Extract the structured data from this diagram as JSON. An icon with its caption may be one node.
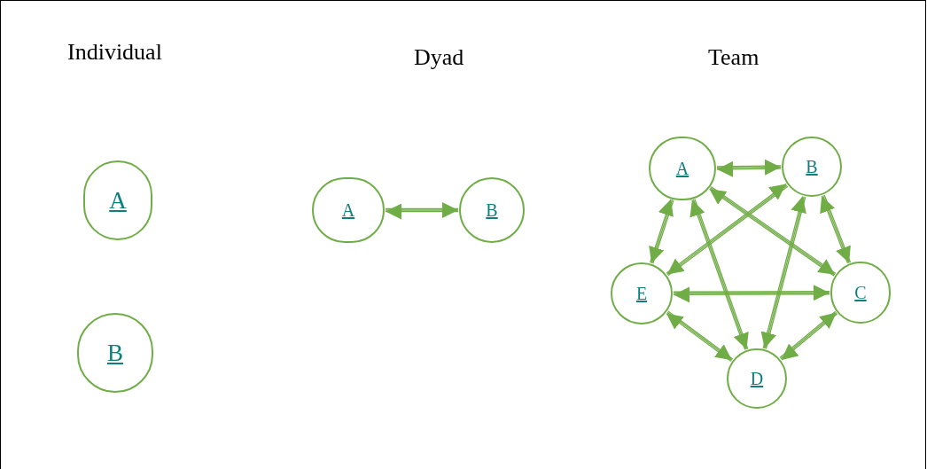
{
  "diagram": {
    "nodes": [
      {
        "text": [
          "A"
        ]
      },
      {
        "text": [
          "B"
        ]
      },
      {
        "text": [
          "A"
        ]
      },
      {
        "text": [
          "B"
        ]
      },
      {
        "text": [
          "A"
        ]
      },
      {
        "text": [
          "B"
        ]
      },
      {
        "text": [
          "E"
        ]
      },
      {
        "text": [
          "C"
        ]
      },
      {
        "text": [
          "D"
        ]
      }
    ],
    "edges": [
      {
        "from": 2,
        "to": 3,
        "arrow": "both"
      },
      {
        "from": 4,
        "to": 5,
        "arrow": "both"
      },
      {
        "from": 4,
        "to": 6,
        "arrow": "both"
      },
      {
        "from": 4,
        "to": 7,
        "arrow": "both"
      },
      {
        "from": 4,
        "to": 8,
        "arrow": "both"
      },
      {
        "from": 5,
        "to": 6,
        "arrow": "both"
      },
      {
        "from": 5,
        "to": 7,
        "arrow": "both"
      },
      {
        "from": 5,
        "to": 8,
        "arrow": "both"
      },
      {
        "from": 6,
        "to": 7,
        "arrow": "both"
      },
      {
        "from": 6,
        "to": 8,
        "arrow": "both"
      },
      {
        "from": 8,
        "to": 7,
        "arrow": "both"
      }
    ],
    "labels": [
      "Individual",
      "Dyad",
      "Team"
    ]
  }
}
